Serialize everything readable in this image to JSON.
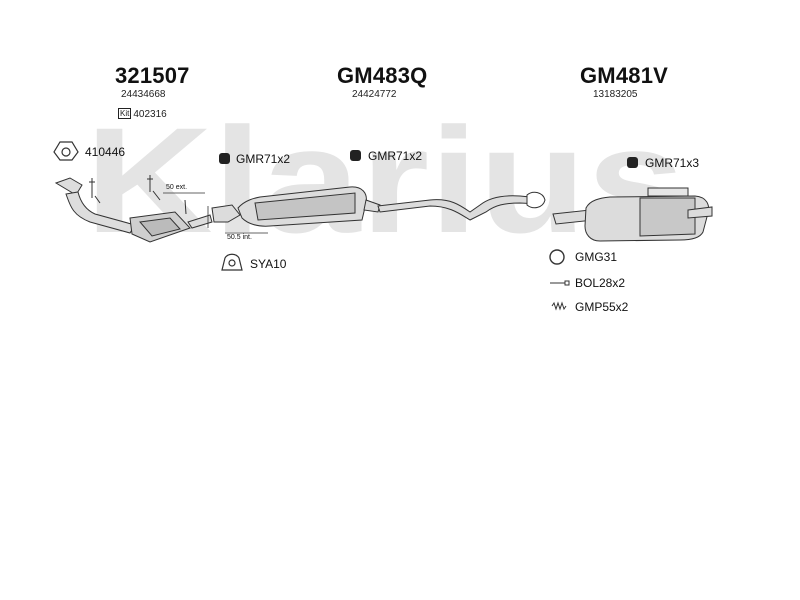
{
  "watermark": "Klarius",
  "assemblies": [
    {
      "code": "321507",
      "ref": "24434668",
      "kit_ref": "402316"
    },
    {
      "code": "GM483Q",
      "ref": "24424772"
    },
    {
      "code": "GM481V",
      "ref": "13183205"
    }
  ],
  "kit_badge": "Kit",
  "parts": {
    "gasket": "410446",
    "bracket": "SYA10",
    "mount_a": "GMR71x2",
    "mount_b": "GMR71x2",
    "mount_c": "GMR71x3",
    "ring": "GMG31",
    "bolt": "BOL28x2",
    "spring": "GMP55x2"
  },
  "dimensions": {
    "ext": "50 ext.",
    "int": "50.5 int."
  }
}
